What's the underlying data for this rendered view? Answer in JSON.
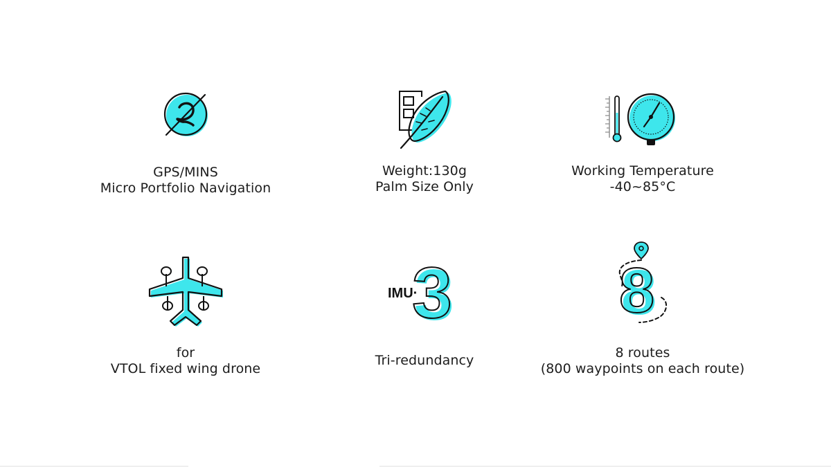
{
  "colors": {
    "accent": "#3ee6ec",
    "stroke": "#111111",
    "text": "#1c1c1c",
    "background": "#ffffff"
  },
  "features": [
    {
      "icon": "navigation-symbol-icon",
      "lines": [
        "GPS/MINS",
        "Micro Portfolio Navigation"
      ]
    },
    {
      "icon": "feather-icon",
      "lines": [
        "Weight:130g",
        "Palm Size Only"
      ]
    },
    {
      "icon": "thermometer-gauge-icon",
      "lines": [
        "Working Temperature",
        "-40~85°C"
      ]
    },
    {
      "icon": "vtol-drone-icon",
      "lines": [
        "for",
        "VTOL fixed wing drone"
      ]
    },
    {
      "icon": "imu-3-icon",
      "icon_text": "IMU·",
      "icon_number": "3",
      "lines": [
        "Tri-redundancy"
      ]
    },
    {
      "icon": "route-8-icon",
      "icon_number": "8",
      "lines": [
        "8 routes",
        "(800 waypoints on each route)"
      ]
    }
  ]
}
